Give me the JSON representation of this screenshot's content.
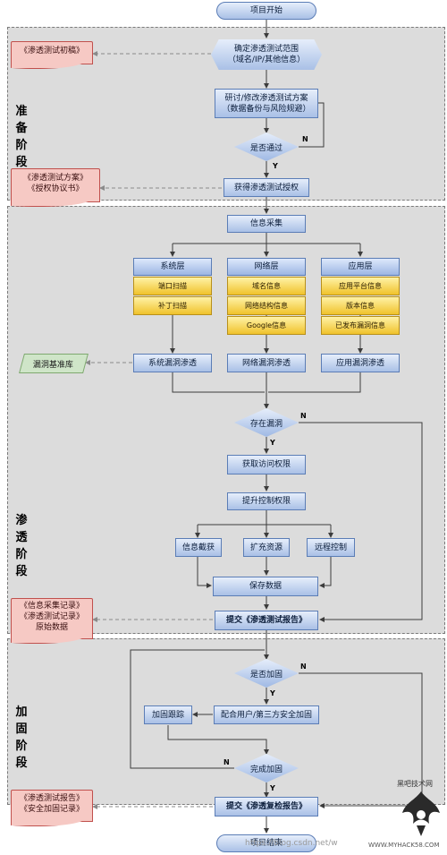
{
  "phases": {
    "prepare": "准备阶段",
    "penetrate": "渗透阶段",
    "harden": "加固阶段"
  },
  "nodes": {
    "start": "项目开始",
    "scope_line1": "确定渗透测试范围",
    "scope_line2": "（域名/IP/其他信息）",
    "plan_line1": "研讨/修改渗透测试方案",
    "plan_line2": "（数据备份与风险规避）",
    "approved": "是否通过",
    "authorize": "获得渗透测试授权",
    "collect": "信息采集",
    "system_layer": "系统层",
    "port_scan": "端口扫描",
    "patch_scan": "补丁扫描",
    "network_layer": "网络层",
    "domain_info": "域名信息",
    "net_struct": "网络结构信息",
    "google_info": "Google信息",
    "app_layer": "应用层",
    "app_platform": "应用平台信息",
    "version_info": "版本信息",
    "published_vuln": "已发布漏洞信息",
    "sys_pen": "系统漏洞渗透",
    "net_pen": "网络漏洞渗透",
    "app_pen": "应用漏洞渗透",
    "has_vuln": "存在漏洞",
    "get_access": "获取访问权限",
    "escalate": "提升控制权限",
    "intercept": "信息截获",
    "expand": "扩充资源",
    "remote": "远程控制",
    "save": "保存数据",
    "submit_report": "提交《渗透测试报告》",
    "need_harden": "是否加固",
    "track": "加固跟踪",
    "cooperate": "配合用户/第三方安全加固",
    "done_harden": "完成加固",
    "submit_recheck": "提交《渗透复检报告》",
    "end": "项目结束"
  },
  "docs": {
    "draft": "《渗透测试初稿》",
    "plan_doc1": "《渗透测试方案》",
    "plan_doc2": "《授权协议书》",
    "vuln_db": "漏洞基准库",
    "rec1": "《信息采集记录》",
    "rec2": "《渗透测试记录》",
    "rec3": "原始数据",
    "final1": "《渗透测试报告》",
    "final2": "《安全加固记录》"
  },
  "labels": {
    "yes": "Y",
    "no": "N"
  },
  "watermark": {
    "blog": "https://blog.csdn.net/w",
    "site": "WWW.MYHACK58.COM",
    "brand": "黑吧技术网"
  },
  "colors": {
    "phase_bg": "#dcdcdc",
    "box": "#a9c0e6",
    "sub_box": "#f0c22b",
    "doc": "#f6c9c4",
    "db": "#cfe5c8",
    "line": "#3c3c3c",
    "dashed": "#8a8a8a"
  }
}
